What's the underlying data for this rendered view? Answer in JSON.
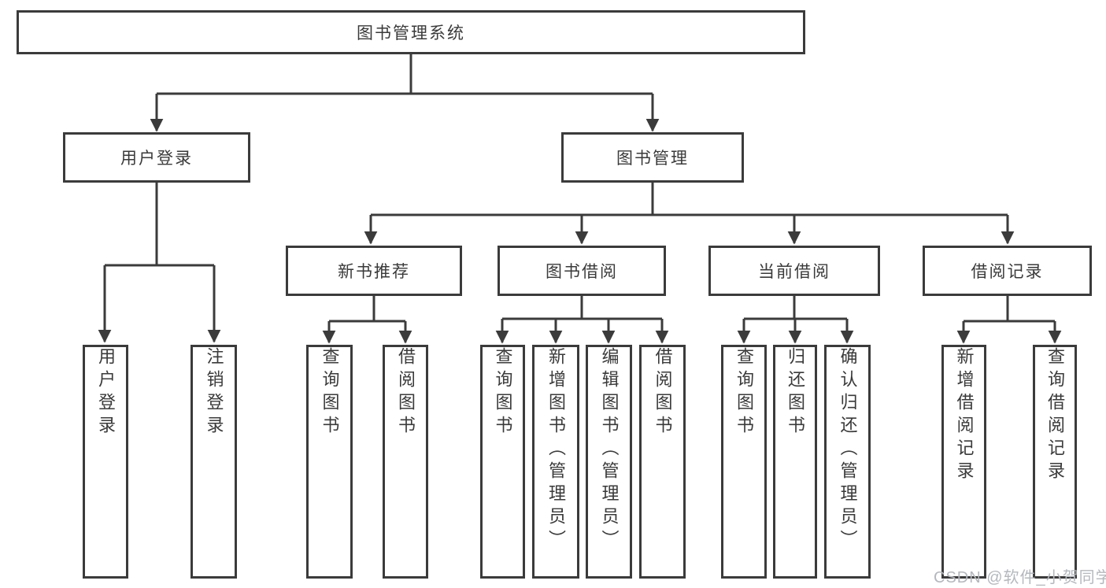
{
  "diagram": {
    "title": "图书管理系统",
    "watermark": "CSDN @软件_小贺同学",
    "colors": {
      "line": "#3b3b3b",
      "text": "#3a3a3a",
      "box_background": "#ffffff",
      "watermark_text": "#b4b8bd"
    },
    "nodes": {
      "root": {
        "label": "图书管理系统"
      },
      "level2": [
        {
          "label": "用户登录"
        },
        {
          "label": "图书管理"
        }
      ],
      "level3": [
        {
          "label": "新书推荐"
        },
        {
          "label": "图书借阅"
        },
        {
          "label": "当前借阅"
        },
        {
          "label": "借阅记录"
        }
      ],
      "level4": {
        "user_login_children": [
          {
            "label": "用户登录"
          },
          {
            "label": "注销登录"
          }
        ],
        "new_book_children": [
          {
            "label": "查询图书"
          },
          {
            "label": "借阅图书"
          }
        ],
        "book_borrow_children": [
          {
            "label": "查询图书"
          },
          {
            "label": "新增图书（管理员）"
          },
          {
            "label": "编辑图书（管理员）"
          },
          {
            "label": "借阅图书"
          }
        ],
        "current_borrow_children": [
          {
            "label": "查询图书"
          },
          {
            "label": "归还图书"
          },
          {
            "label": "确认归还（管理员）"
          }
        ],
        "borrow_record_children": [
          {
            "label": "新增借阅记录"
          },
          {
            "label": "查询借阅记录"
          }
        ]
      }
    }
  }
}
